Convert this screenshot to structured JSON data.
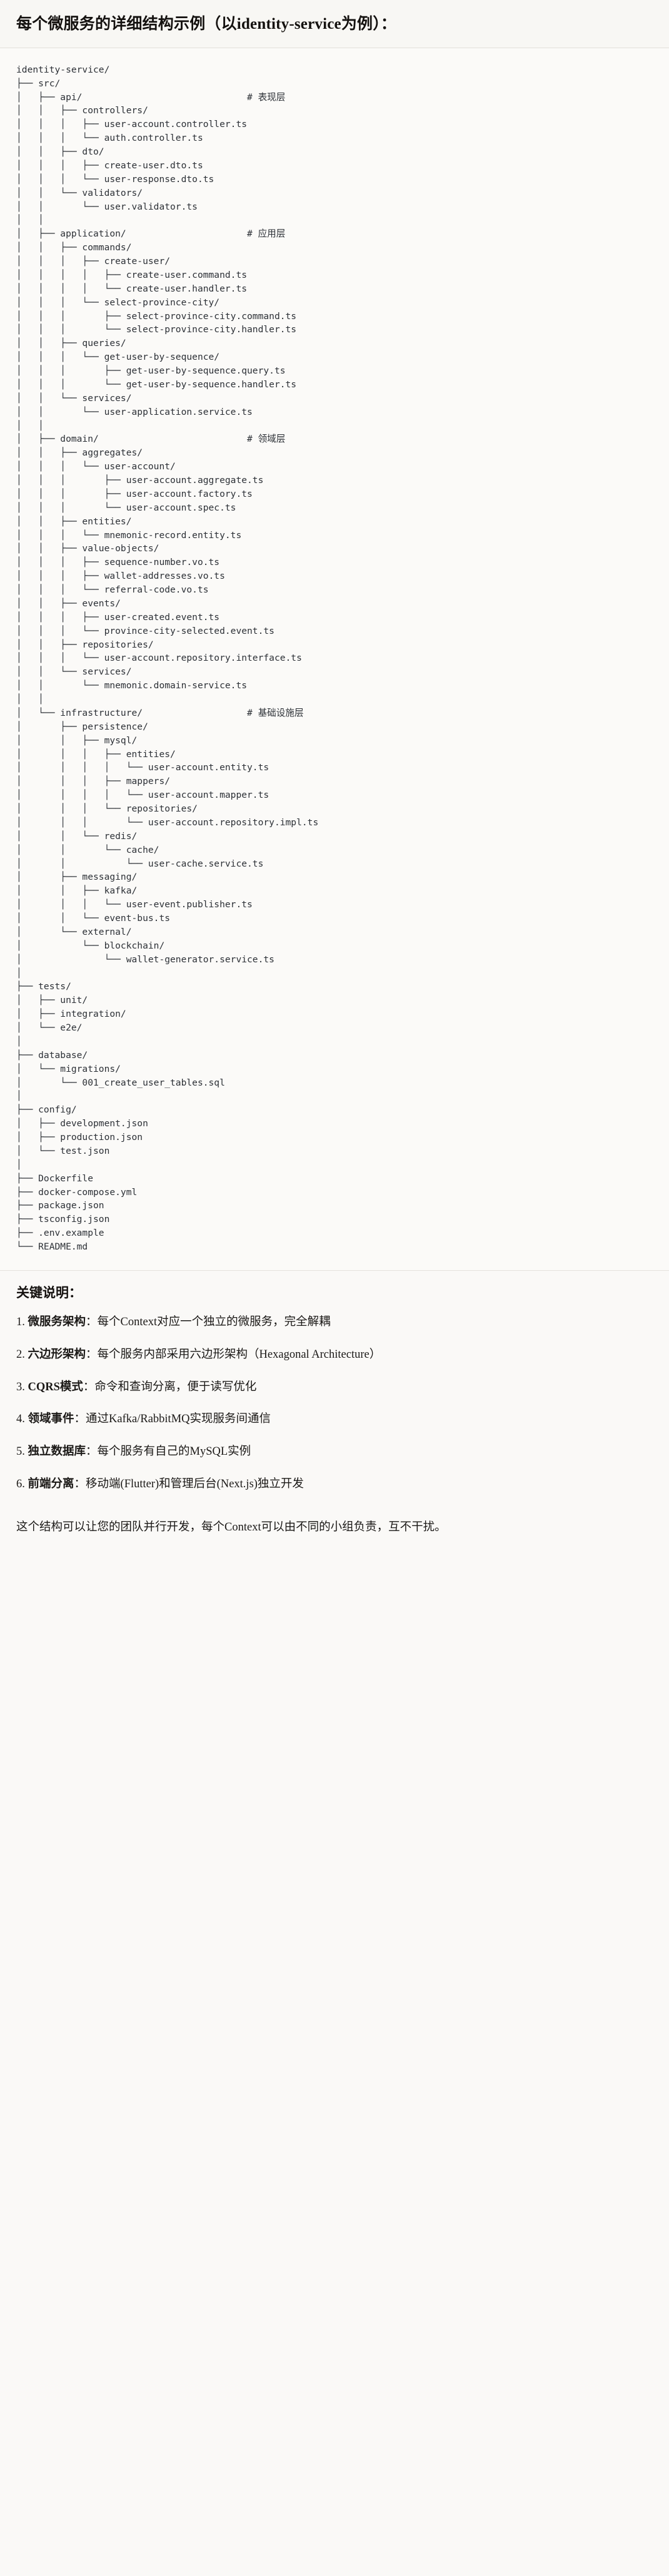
{
  "header": {
    "title": "每个微服务的详细结构示例（以identity-service为例）："
  },
  "tree": {
    "root": "identity-service/",
    "comments": {
      "api": "# 表现层",
      "application": "# 应用层",
      "domain": "# 领域层",
      "infrastructure": "# 基础设施层"
    },
    "text": "identity-service/\n├── src/\n│   ├── api/                              # 表现层\n│   │   ├── controllers/\n│   │   │   ├── user-account.controller.ts\n│   │   │   └── auth.controller.ts\n│   │   ├── dto/\n│   │   │   ├── create-user.dto.ts\n│   │   │   └── user-response.dto.ts\n│   │   └── validators/\n│   │       └── user.validator.ts\n│   │\n│   ├── application/                      # 应用层\n│   │   ├── commands/\n│   │   │   ├── create-user/\n│   │   │   │   ├── create-user.command.ts\n│   │   │   │   └── create-user.handler.ts\n│   │   │   └── select-province-city/\n│   │   │       ├── select-province-city.command.ts\n│   │   │       └── select-province-city.handler.ts\n│   │   ├── queries/\n│   │   │   └── get-user-by-sequence/\n│   │   │       ├── get-user-by-sequence.query.ts\n│   │   │       └── get-user-by-sequence.handler.ts\n│   │   └── services/\n│   │       └── user-application.service.ts\n│   │\n│   ├── domain/                           # 领域层\n│   │   ├── aggregates/\n│   │   │   └── user-account/\n│   │   │       ├── user-account.aggregate.ts\n│   │   │       ├── user-account.factory.ts\n│   │   │       └── user-account.spec.ts\n│   │   ├── entities/\n│   │   │   └── mnemonic-record.entity.ts\n│   │   ├── value-objects/\n│   │   │   ├── sequence-number.vo.ts\n│   │   │   ├── wallet-addresses.vo.ts\n│   │   │   └── referral-code.vo.ts\n│   │   ├── events/\n│   │   │   ├── user-created.event.ts\n│   │   │   └── province-city-selected.event.ts\n│   │   ├── repositories/\n│   │   │   └── user-account.repository.interface.ts\n│   │   └── services/\n│   │       └── mnemonic.domain-service.ts\n│   │\n│   └── infrastructure/                   # 基础设施层\n│       ├── persistence/\n│       │   ├── mysql/\n│       │   │   ├── entities/\n│       │   │   │   └── user-account.entity.ts\n│       │   │   ├── mappers/\n│       │   │   │   └── user-account.mapper.ts\n│       │   │   └── repositories/\n│       │   │       └── user-account.repository.impl.ts\n│       │   └── redis/\n│       │       └── cache/\n│       │           └── user-cache.service.ts\n│       ├── messaging/\n│       │   ├── kafka/\n│       │   │   └── user-event.publisher.ts\n│       │   └── event-bus.ts\n│       └── external/\n│           └── blockchain/\n│               └── wallet-generator.service.ts\n│\n├── tests/\n│   ├── unit/\n│   ├── integration/\n│   └── e2e/\n│\n├── database/\n│   └── migrations/\n│       └── 001_create_user_tables.sql\n│\n├── config/\n│   ├── development.json\n│   ├── production.json\n│   └── test.json\n│\n├── Dockerfile\n├── docker-compose.yml\n├── package.json\n├── tsconfig.json\n├── .env.example\n└── README.md"
  },
  "notes": {
    "heading": "关键说明：",
    "items": [
      {
        "index": "1.",
        "term": "微服务架构",
        "sep": "：",
        "desc": "每个Context对应一个独立的微服务，完全解耦"
      },
      {
        "index": "2.",
        "term": "六边形架构",
        "sep": "：",
        "desc": "每个服务内部采用六边形架构（Hexagonal Architecture）"
      },
      {
        "index": "3.",
        "term": "CQRS模式",
        "sep": "：",
        "desc": "命令和查询分离，便于读写优化"
      },
      {
        "index": "4.",
        "term": "领域事件",
        "sep": "：",
        "desc": "通过Kafka/RabbitMQ实现服务间通信"
      },
      {
        "index": "5.",
        "term": "独立数据库",
        "sep": "：",
        "desc": "每个服务有自己的MySQL实例"
      },
      {
        "index": "6.",
        "term": "前端分离",
        "sep": "：",
        "desc": "移动端(Flutter)和管理后台(Next.js)独立开发"
      }
    ],
    "closing": "这个结构可以让您的团队并行开发，每个Context可以由不同的小组负责，互不干扰。"
  }
}
